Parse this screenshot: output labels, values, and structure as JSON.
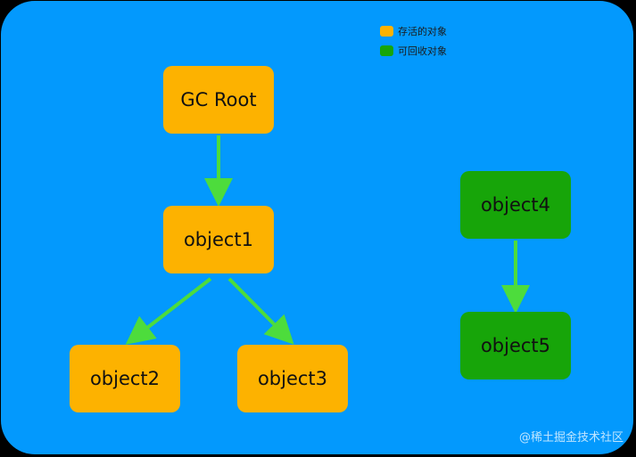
{
  "legend": {
    "alive_label": "存活的对象",
    "collectable_label": "可回收对象",
    "alive_color": "#fdb200",
    "collectable_color": "#17a509"
  },
  "nodes": {
    "gc_root": "GC Root",
    "object1": "object1",
    "object2": "object2",
    "object3": "object3",
    "object4": "object4",
    "object5": "object5"
  },
  "edges": [
    {
      "from": "gc_root",
      "to": "object1"
    },
    {
      "from": "object1",
      "to": "object2"
    },
    {
      "from": "object1",
      "to": "object3"
    },
    {
      "from": "object4",
      "to": "object5"
    }
  ],
  "colors": {
    "background": "#0399fd",
    "arrow": "#4ddc3c"
  },
  "watermark": "@稀土掘金技术社区"
}
